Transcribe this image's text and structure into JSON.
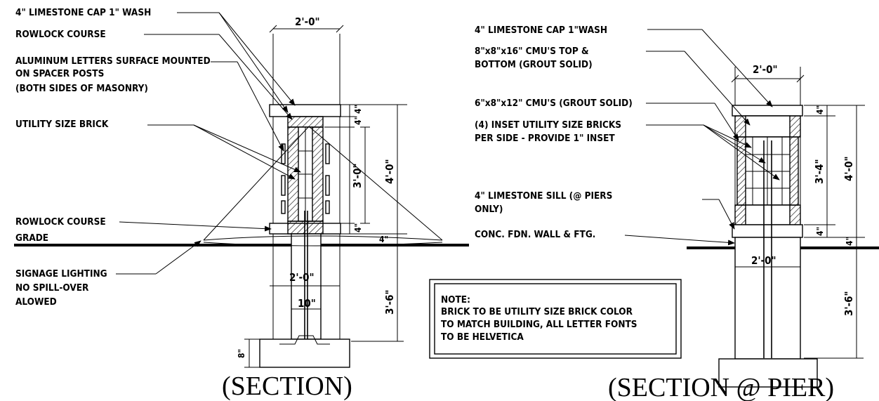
{
  "section": {
    "labels": {
      "limestone_cap": "4\" LIMESTONE CAP 1\" WASH",
      "rowlock_top": "ROWLOCK COURSE",
      "aluminum_letters_1": "ALUMINUM LETTERS SURFACE MOUNTED",
      "aluminum_letters_2": "ON SPACER POSTS",
      "aluminum_letters_3": "(BOTH SIDES OF MASONRY)",
      "utility_brick": "UTILITY SIZE BRICK",
      "rowlock_bottom": "ROWLOCK COURSE",
      "grade": "GRADE",
      "lighting_1": "SIGNAGE LIGHTING",
      "lighting_2": "NO SPILL-OVER",
      "lighting_3": "ALOWED"
    },
    "dims": {
      "width_top": "2'-0\"",
      "cap": "4\"",
      "rowlock": "4\"",
      "wall_height": "3'-0\"",
      "overall_height": "4'-0\"",
      "rowlock_low": "4\"",
      "grade_gap": "4\"",
      "footing_width": "2'-0\"",
      "wall_thk": "10\"",
      "depth": "3'-6\"",
      "footing_thk": "8\""
    },
    "title": "(SECTION)"
  },
  "pier": {
    "labels": {
      "limestone_cap": "4\" LIMESTONE CAP 1\"WASH",
      "cmu_16_1": "8\"x8\"x16\" CMU'S TOP &",
      "cmu_16_2": "BOTTOM (GROUT SOLID)",
      "cmu_12": "6\"x8\"x12\" CMU'S (GROUT SOLID)",
      "inset_1": "(4) INSET UTILITY SIZE BRICKS",
      "inset_2": "PER SIDE - PROVIDE 1\" INSET",
      "sill_1": "4\" LIMESTONE SILL (@ PIERS",
      "sill_2": "ONLY)",
      "foundation": "CONC. FDN. WALL & FTG."
    },
    "dims": {
      "width_top": "2'-0\"",
      "cap": "4\"",
      "wall_height": "3'-4\"",
      "overall_height": "4'-0\"",
      "sill": "4\"",
      "grade_gap": "4\"",
      "footing_width": "2'-0\"",
      "depth": "3'-6\""
    },
    "title": "(SECTION @ PIER)"
  },
  "note": {
    "heading": "NOTE:",
    "line1": "BRICK TO BE UTILITY SIZE BRICK COLOR",
    "line2": "TO MATCH BUILDING, ALL LETTER FONTS",
    "line3": "TO BE HELVETICA"
  }
}
